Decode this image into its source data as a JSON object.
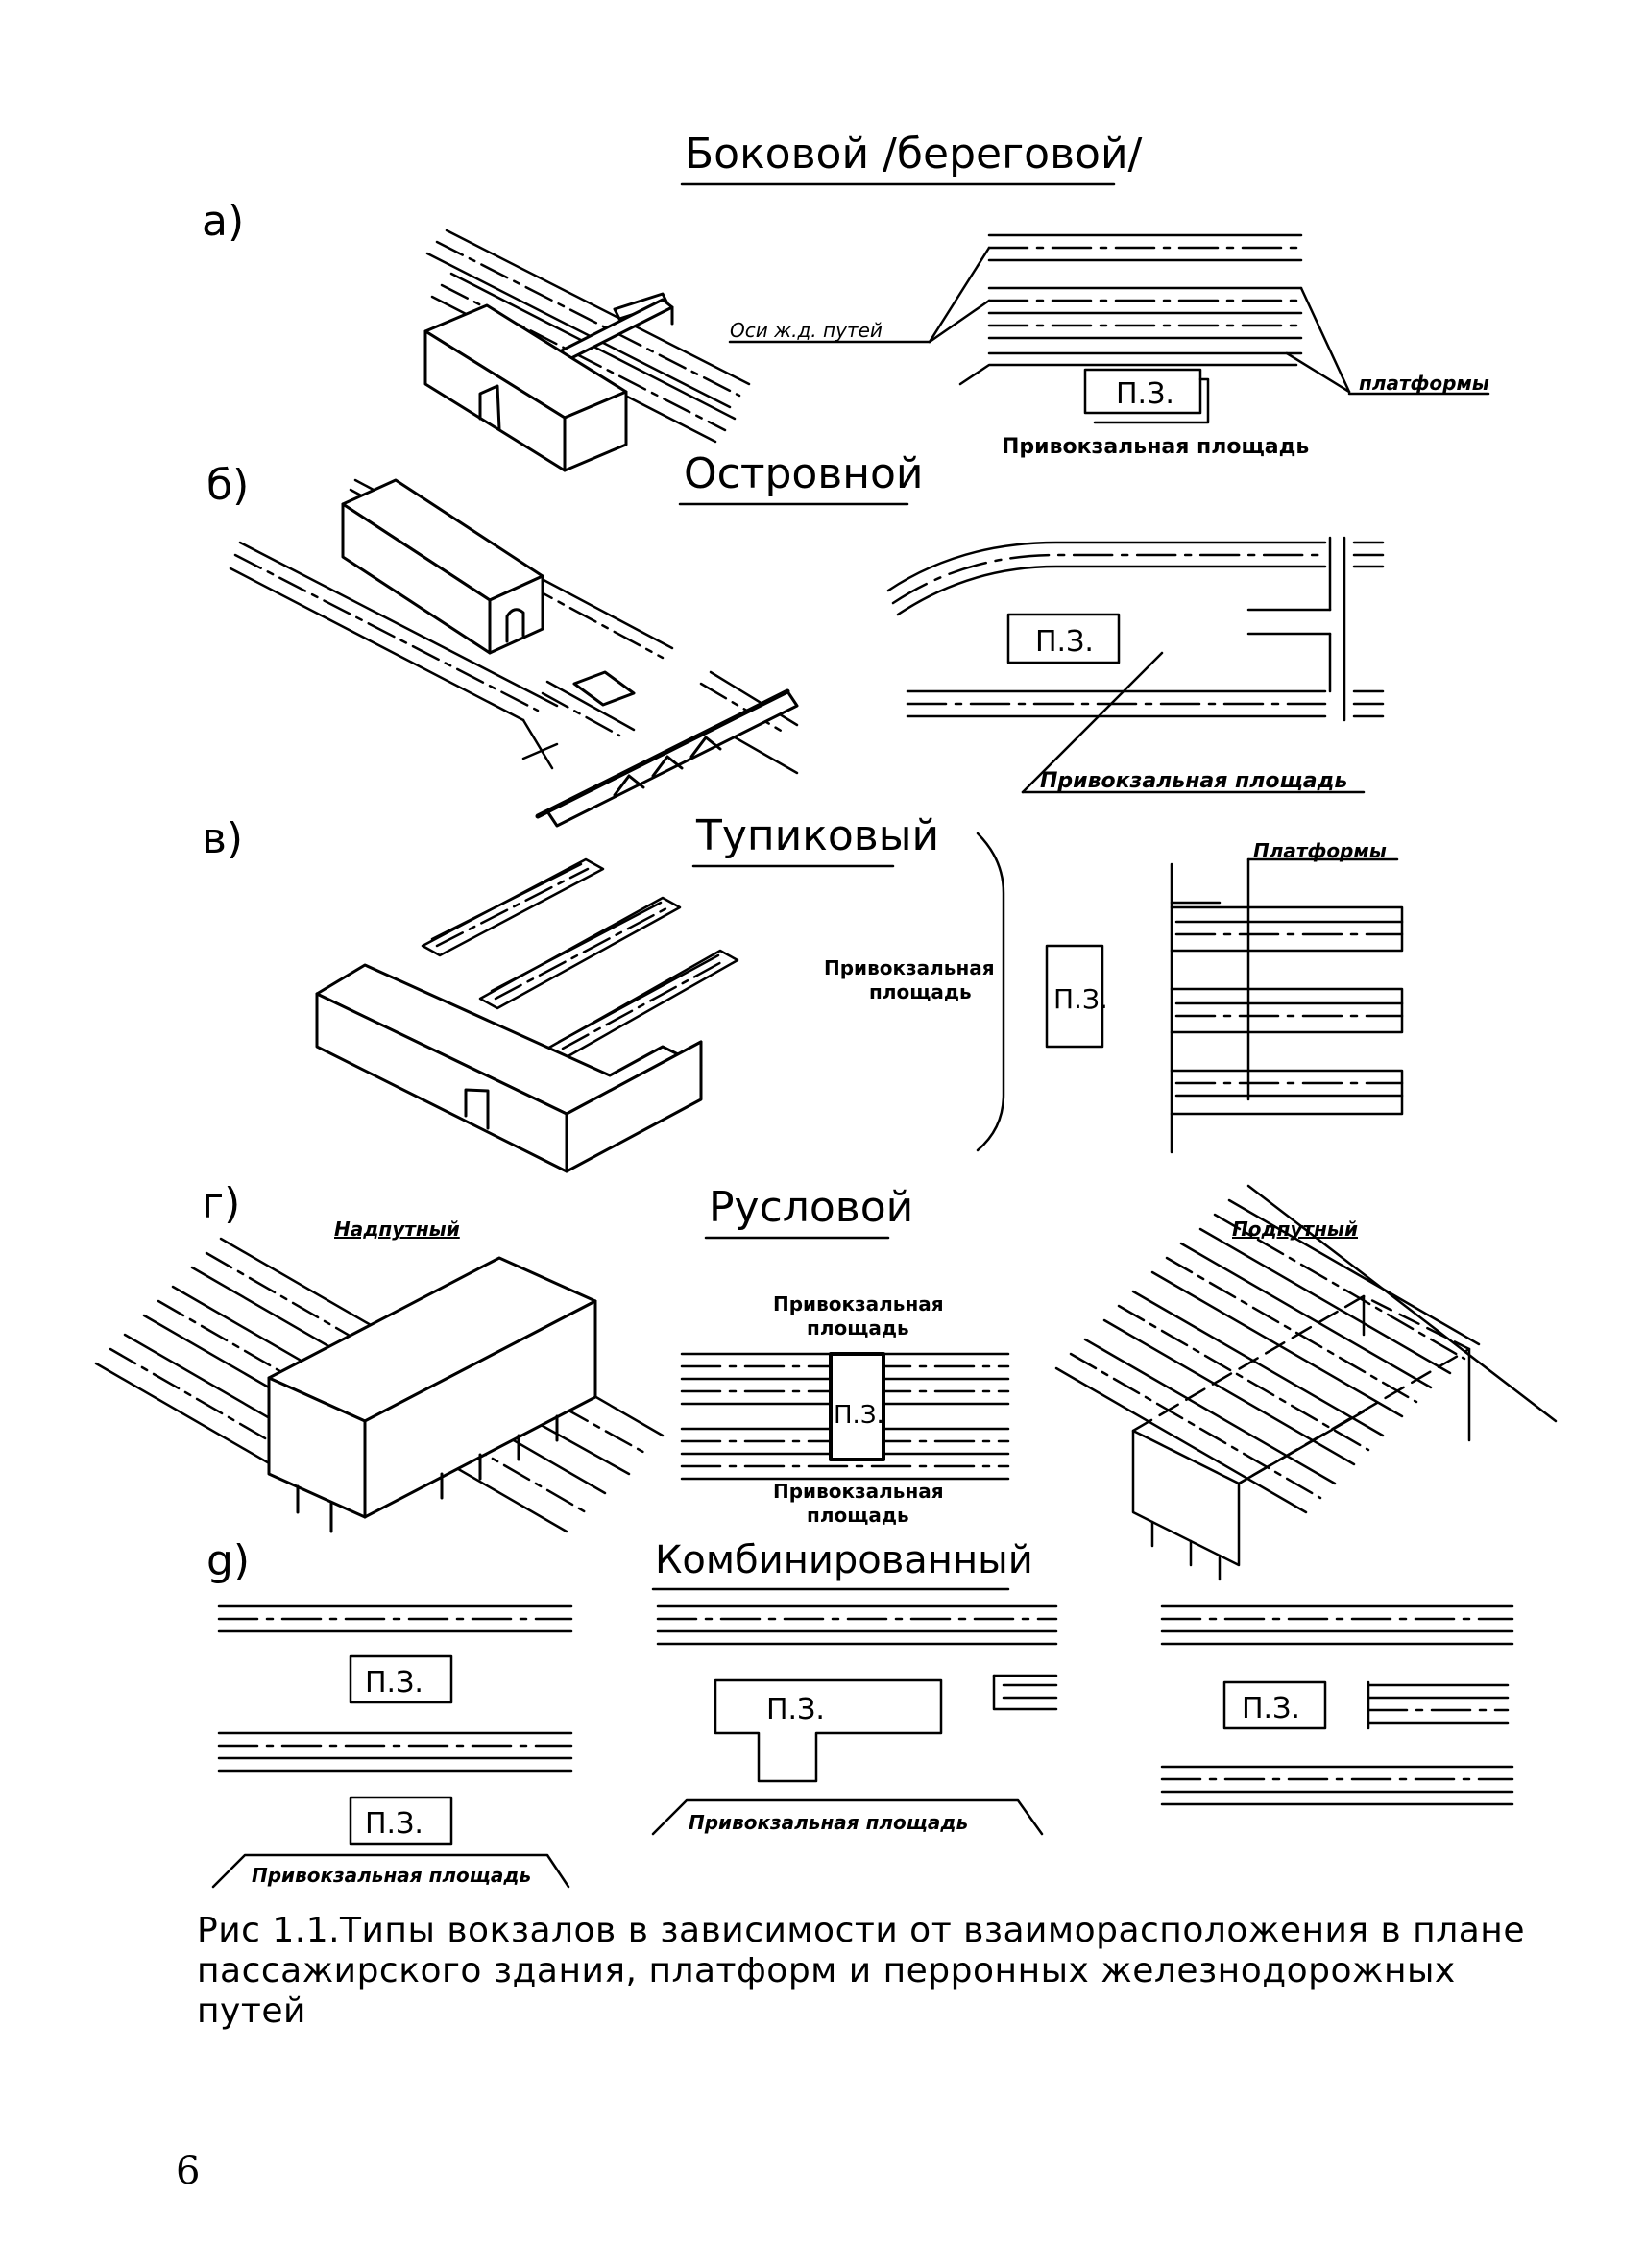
{
  "sections": {
    "a": {
      "letter": "а)",
      "title": "Боковой /береговой/",
      "axis_label": "Оси ж.д. путей",
      "platforms_label": "платформы",
      "pz_label": "П.З.",
      "square_label": "Привокзальная площадь"
    },
    "b": {
      "letter": "б)",
      "title": "Островной",
      "pz_label": "П.З.",
      "square_label": "Привокзальная площадь"
    },
    "v": {
      "letter": "в)",
      "title": "Тупиковый",
      "square_label_1": "Привокзальная",
      "square_label_2": "площадь",
      "pz_label": "П.З.",
      "platforms_label": "Платформы"
    },
    "g": {
      "letter": "г)",
      "title": "Русловой",
      "over_label": "Надпутный",
      "under_label": "Подпутный",
      "square_top_1": "Привокзальная",
      "square_top_2": "площадь",
      "square_bot_1": "Привокзальная",
      "square_bot_2": "площадь",
      "pz_label": "П.З."
    },
    "d": {
      "letter": "g)",
      "title": "Комбинированный",
      "pz_label": "П.З.",
      "square_label": "Привокзальная площадь"
    }
  },
  "caption": "Рис 1.1.Типы вокзалов в зависимости от взаиморасположения в плане пассажирского здания, платформ и перронных железнодорожных путей",
  "page_number": "6"
}
